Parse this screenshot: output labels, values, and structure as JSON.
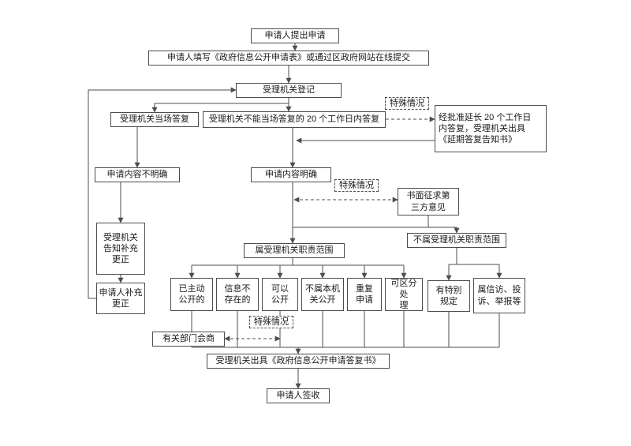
{
  "diagram": {
    "colors": {
      "background": "#ffffff",
      "line": "#4d4d4d",
      "border": "#4d4d4d",
      "text": "#1a1a1a"
    },
    "nodes": {
      "submit": "申请人提出申请",
      "fill_form": "申请人填写《政府信息公开申请表》或通过区政府网站在线提交",
      "register": "受理机关登记",
      "onspot_reply": "受理机关当场答复",
      "delayed_reply": "受理机关不能当场答复的 20 个工作日内答复",
      "special_case_1": "特殊情况",
      "extension": "经批准延长 20 个工作日\n内答复，受理机关出具\n《延期答复告知书》",
      "content_unclear": "申请内容不明确",
      "content_clear": "申请内容明确",
      "special_case_2": "特殊情况",
      "third_party": "书面征求第\n三方意见",
      "notify_supplement": "受理机关\n告知补充\n更正",
      "in_scope": "属受理机关职责范围",
      "out_of_scope": "不属受理机关职责范围",
      "applicant_supplement": "申请人补充\n更正",
      "already_published": "已主动\n公开的",
      "not_exist": "信息不\n存在的",
      "can_publish": "可以\n公开",
      "other_agency": "不属本机\n关公开",
      "repeated_request": "重复\n申请",
      "separable": "可区分处\n理",
      "special_rules": "有特别\n规定",
      "petition": "属信访、投\n诉、举报等",
      "special_case_3": "特殊情况",
      "consult": "有关部门会商",
      "issue_reply": "受理机关出具《政府信息公开申请答复书》",
      "sign": "申请人签收"
    }
  }
}
